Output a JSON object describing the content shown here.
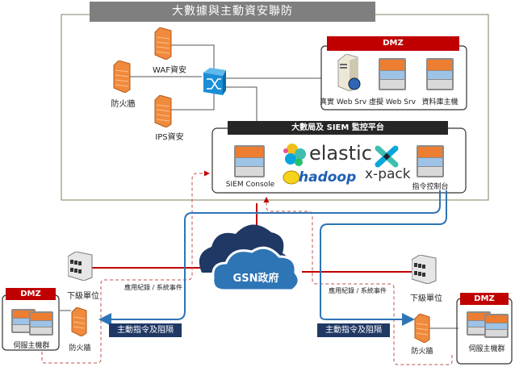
{
  "title": "大數據與主動資安聯防",
  "top_network": {
    "waf_label": "WAF資安",
    "firewall_label": "防火牆",
    "ips_label": "IPS資安"
  },
  "dmz_top": {
    "header": "DMZ",
    "items": [
      {
        "label": "真實 Web Srv",
        "icon": "tower-server-icon"
      },
      {
        "label": "虛擬 Web Srv",
        "icon": "virtual-server-icon"
      },
      {
        "label": "資料庫主機",
        "icon": "virtual-server-icon"
      }
    ]
  },
  "siem": {
    "header": "大數局及 SIEM 監控平台",
    "console_label": "SIEM Console",
    "elastic_label": "elastic",
    "hadoop_label": "hadoop",
    "xpack_label": "x-pack",
    "command_label": "指令控制台"
  },
  "cloud": {
    "label": "GSN政府"
  },
  "left_unit": {
    "unit_label": "下級單位",
    "firewall_label": "防火牆",
    "dmz_header": "DMZ",
    "hosts_label": "伺服主機群",
    "log_label": "應用紀錄 / 系統事件",
    "command_label": "主動指令及阻隔"
  },
  "right_unit": {
    "unit_label": "下級單位",
    "firewall_label": "防火牆",
    "dmz_header": "DMZ",
    "hosts_label": "伺服主機群",
    "log_label": "應用紀錄 / 系統事件",
    "command_label": "主動指令及阻隔"
  },
  "colors": {
    "title_bar": "#7f7f7f",
    "siem_bar": "#262626",
    "dmz_red": "#c00000",
    "command_navy": "#1f3864",
    "flow_blue": "#2e75b6",
    "link_red": "#c00000",
    "dashed_log": "#c0504d",
    "cloud_dark": "#1f3864",
    "cloud_light": "#2e75b6",
    "frame_olive": "#7f7f62"
  }
}
